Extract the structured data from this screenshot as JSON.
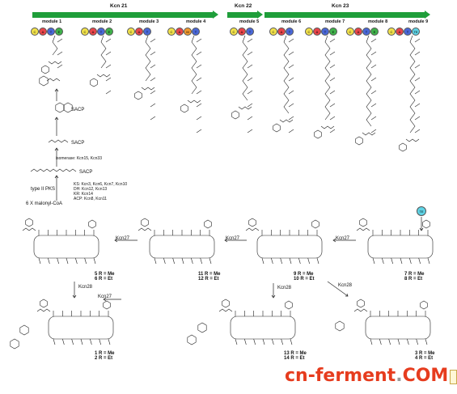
{
  "header": {
    "kcn21": "Kcn 21",
    "kcn22": "Kcn 22",
    "kcn23": "Kcn 23"
  },
  "modules": [
    {
      "label": "module 1",
      "domains": [
        "C",
        "A",
        "T",
        "E"
      ]
    },
    {
      "label": "module 2",
      "domains": [
        "C",
        "A",
        "T",
        "E"
      ]
    },
    {
      "label": "module 3",
      "domains": [
        "C",
        "A",
        "T"
      ]
    },
    {
      "label": "module 4",
      "domains": [
        "C",
        "A",
        "M",
        "T"
      ]
    },
    {
      "label": "module 5",
      "domains": [
        "C",
        "A",
        "T"
      ]
    },
    {
      "label": "module 6",
      "domains": [
        "C",
        "A",
        "T"
      ]
    },
    {
      "label": "module 7",
      "domains": [
        "C",
        "A",
        "T",
        "E"
      ]
    },
    {
      "label": "module 8",
      "domains": [
        "C",
        "A",
        "T",
        "E"
      ]
    },
    {
      "label": "module 9",
      "domains": [
        "C",
        "A",
        "T",
        "TE"
      ]
    }
  ],
  "domain_colors": {
    "C": "#f2e24a",
    "A": "#e8454a",
    "T": "#4a68d8",
    "E": "#3fb24a",
    "M": "#f29a2e",
    "TE": "#5fd4e6"
  },
  "pks": {
    "sacp1": "SACP",
    "sacp2": "SACP",
    "sacp3": "SACP",
    "isomerase": "isomerase: Kcn15, Kcn33",
    "type2": "type II PKS",
    "malonyl": "6 X malonyl-CoA",
    "ks": "KS: Kcn3, Kcn6, Kcn7, Kcn10",
    "dh": "DH: Kcn12, Kcn13",
    "kr": "KR: Kcn14",
    "acp": "ACP: Kcn8, Kcn11"
  },
  "enzymes": {
    "kcn27_a": "Kcn27",
    "kcn27_b": "Kcn27",
    "kcn27_c": "Kcn27",
    "kcn27_d": "Kcn27",
    "kcn28_a": "Kcn28",
    "kcn28_b": "Kcn28",
    "kcn28_c": "Kcn28",
    "te": "TE"
  },
  "compounds": {
    "c5": "5 R = Me",
    "c6": "6 R = Et",
    "c11": "11 R = Me",
    "c12": "12 R = Et",
    "c9": "9 R = Me",
    "c10": "10 R = Et",
    "c7": "7 R = Me",
    "c8": "8 R = Et",
    "c1": "1 R = Me",
    "c2": "2 R = Et",
    "c13": "13 R = Me",
    "c14": "14 R = Et",
    "c3": "3 R = Me",
    "c4": "4 R = Et"
  },
  "watermark": {
    "text_a": "cn-ferment",
    "dot": ".",
    "text_b": "COM"
  }
}
